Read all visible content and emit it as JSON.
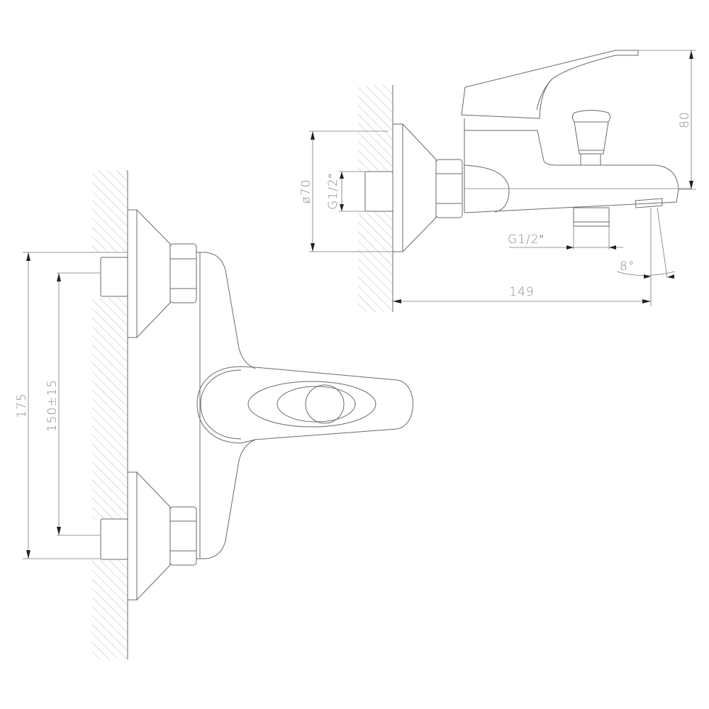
{
  "drawing": {
    "front_view": {
      "overall_height": "175",
      "center_distance": "150±15"
    },
    "side_view": {
      "flange_diameter": "ø70",
      "inlet_thread": "G1/2″",
      "outlet_thread": "G1/2″",
      "height": "80",
      "projection": "149",
      "spout_angle": "8°"
    }
  },
  "colors": {
    "line": "#6a6a6a",
    "text": "#8a8a8a"
  }
}
